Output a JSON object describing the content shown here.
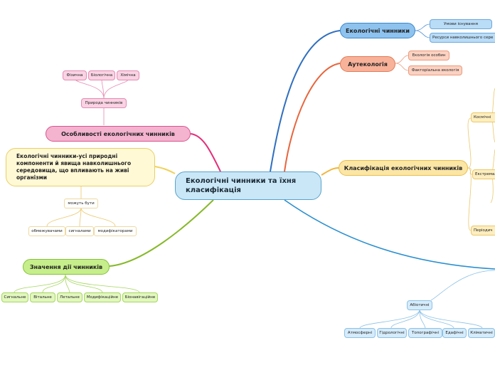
{
  "central": "Екологічні чинники та їхня класифікація",
  "branches": {
    "eco_factors": {
      "label": "Екологічні чинники",
      "children": [
        "Умови існування",
        "Ресурси навколишнього сере"
      ]
    },
    "autecology": {
      "label": "Аутекологія",
      "children": [
        "Екологія особин",
        "Факторіальна екологія"
      ]
    },
    "classification": {
      "label": "Класифікація екологічних чинників",
      "children": [
        "Космічні",
        "Екстремал",
        "Періодич"
      ]
    },
    "features": {
      "label": "Особливості екологічних чинників",
      "nature_label": "Природа чинників",
      "natures": [
        "Фізична",
        "Біологічна",
        "Хімічна"
      ]
    },
    "definition": {
      "text": "Екологічні чинники-усі природні компоненти й явища навколишнього середовища, що впливають на живі організми",
      "can_be": "можуть бути",
      "kinds": [
        "обмежувачами",
        "сигналами",
        "модифікаторами"
      ]
    },
    "significance": {
      "label": "Значення дії чинників",
      "children": [
        "Сигнальне",
        "Вітальне",
        "Летальне",
        "Модифікаційне",
        "Біонавігаційне"
      ]
    },
    "abiotic": {
      "label": "Абіотичні",
      "children": [
        "Атмосферні",
        "Гідрологічні",
        "Топографічні",
        "Едафічні",
        "Кліматичні"
      ]
    }
  }
}
